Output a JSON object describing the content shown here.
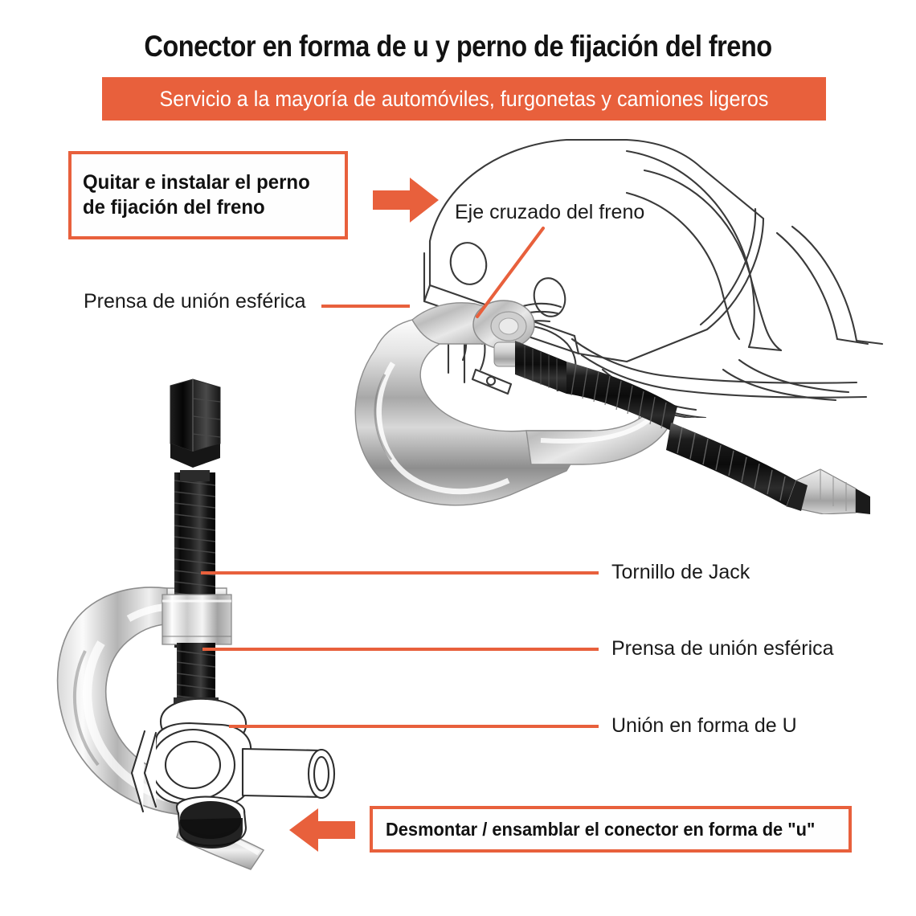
{
  "header": {
    "title": "Conector en forma de u y perno de fijación del freno",
    "subtitle": "Servicio a la mayoría de automóviles, furgonetas y camiones ligeros"
  },
  "colors": {
    "accent_orange": "#e8603c",
    "text_dark": "#111111",
    "line_gray": "#3a3a3a",
    "background": "#ffffff"
  },
  "callouts": {
    "top": "Quitar e instalar el perno de fijación del freno",
    "bottom": "Desmontar / ensamblar el conector en forma de \"u\""
  },
  "labels": {
    "ball_joint_press_top": "Prensa de unión esférica",
    "brake_cross_shaft": "Eje cruzado del freno",
    "jack_screw": "Tornillo de Jack",
    "ball_joint_press_bottom": "Prensa de unión esférica",
    "u_joint": "Unión en forma de U"
  },
  "icons": {
    "arrow_right": "arrow-right-icon",
    "arrow_left": "arrow-left-icon"
  }
}
